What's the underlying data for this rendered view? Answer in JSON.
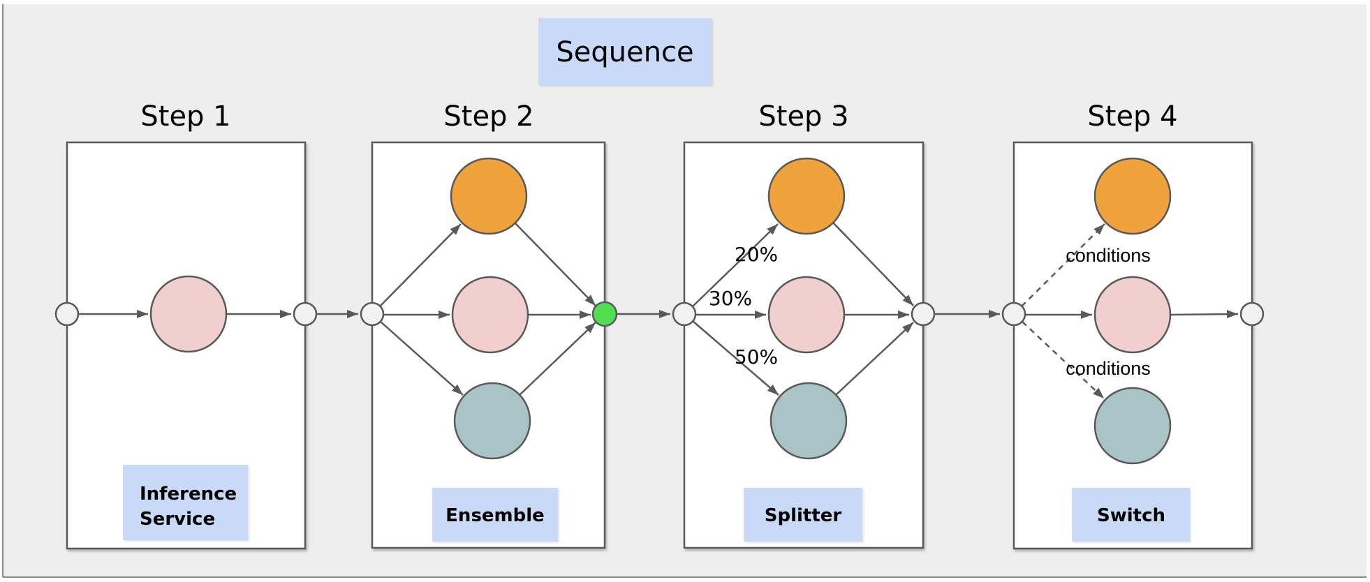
{
  "title": "Sequence",
  "colors": {
    "canvas_bg": "#eeeeee",
    "box_fill": "#ffffff",
    "stroke_gray": "#595959",
    "label_bg": "#c9daf8",
    "port_fill": "#f2f2f2",
    "orange": "#f0a23c",
    "pink": "#f2cfcf",
    "teal": "#a9c4c7",
    "green": "#50df50"
  },
  "steps": [
    {
      "header": "Step 1",
      "label": "Inference Service",
      "label_lines": [
        "Inference",
        "Service"
      ],
      "nodes": [
        "pink"
      ]
    },
    {
      "header": "Step 2",
      "label": "Ensemble",
      "nodes": [
        "orange",
        "pink",
        "teal"
      ],
      "merge_node": "green"
    },
    {
      "header": "Step 3",
      "label": "Splitter",
      "nodes": [
        "orange",
        "pink",
        "teal"
      ],
      "edge_labels": [
        "20%",
        "30%",
        "50%"
      ]
    },
    {
      "header": "Step 4",
      "label": "Switch",
      "nodes": [
        "orange",
        "pink",
        "teal"
      ],
      "edge_labels": [
        "conditions",
        "conditions"
      ]
    }
  ]
}
